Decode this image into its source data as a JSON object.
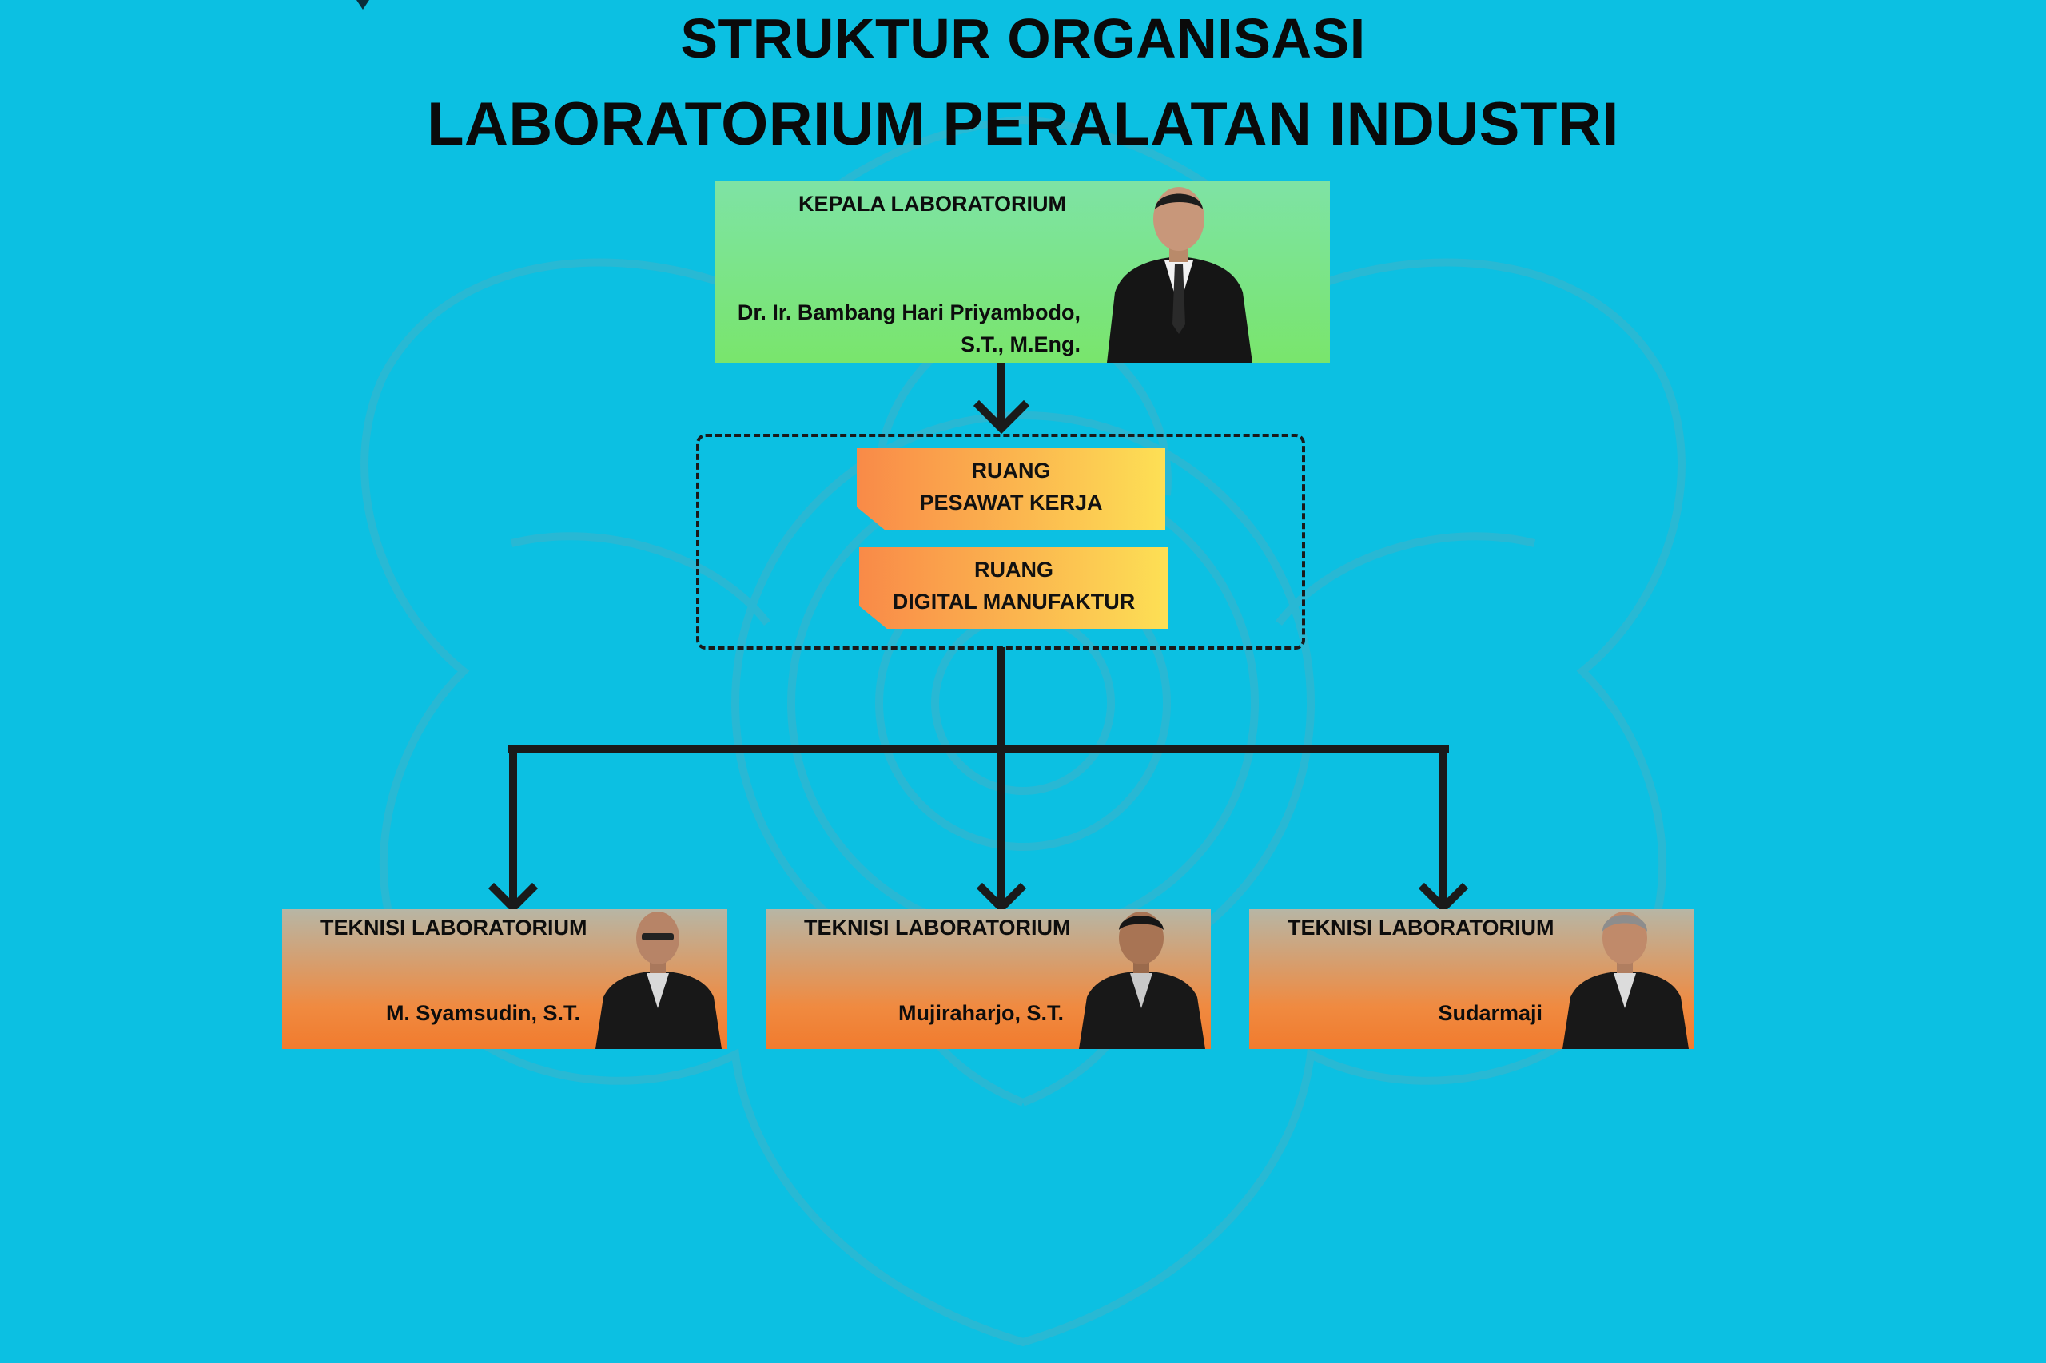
{
  "title": {
    "line1": "STRUKTUR ORGANISASI",
    "line2": "LABORATORIUM PERALATAN INDUSTRI"
  },
  "head": {
    "role": "KEPALA LABORATORIUM",
    "name_line1": "Dr. Ir. Bambang Hari Priyambodo,",
    "name_line2": "S.T., M.Eng."
  },
  "rooms": [
    {
      "line1": "RUANG",
      "line2": "PESAWAT KERJA"
    },
    {
      "line1": "RUANG",
      "line2": "DIGITAL MANUFAKTUR"
    }
  ],
  "technicians": [
    {
      "role": "TEKNISI LABORATORIUM",
      "name": "M. Syamsudin, S.T."
    },
    {
      "role": "TEKNISI LABORATORIUM",
      "name": "Mujiraharjo, S.T."
    },
    {
      "role": "TEKNISI LABORATORIUM",
      "name": "Sudarmaji"
    }
  ],
  "colors": {
    "background": "#0cc0e2",
    "head_box": "#79e56c",
    "room_box": "#fbb84f",
    "technician_box": "#f08a40",
    "connector": "#1a1a1a"
  }
}
